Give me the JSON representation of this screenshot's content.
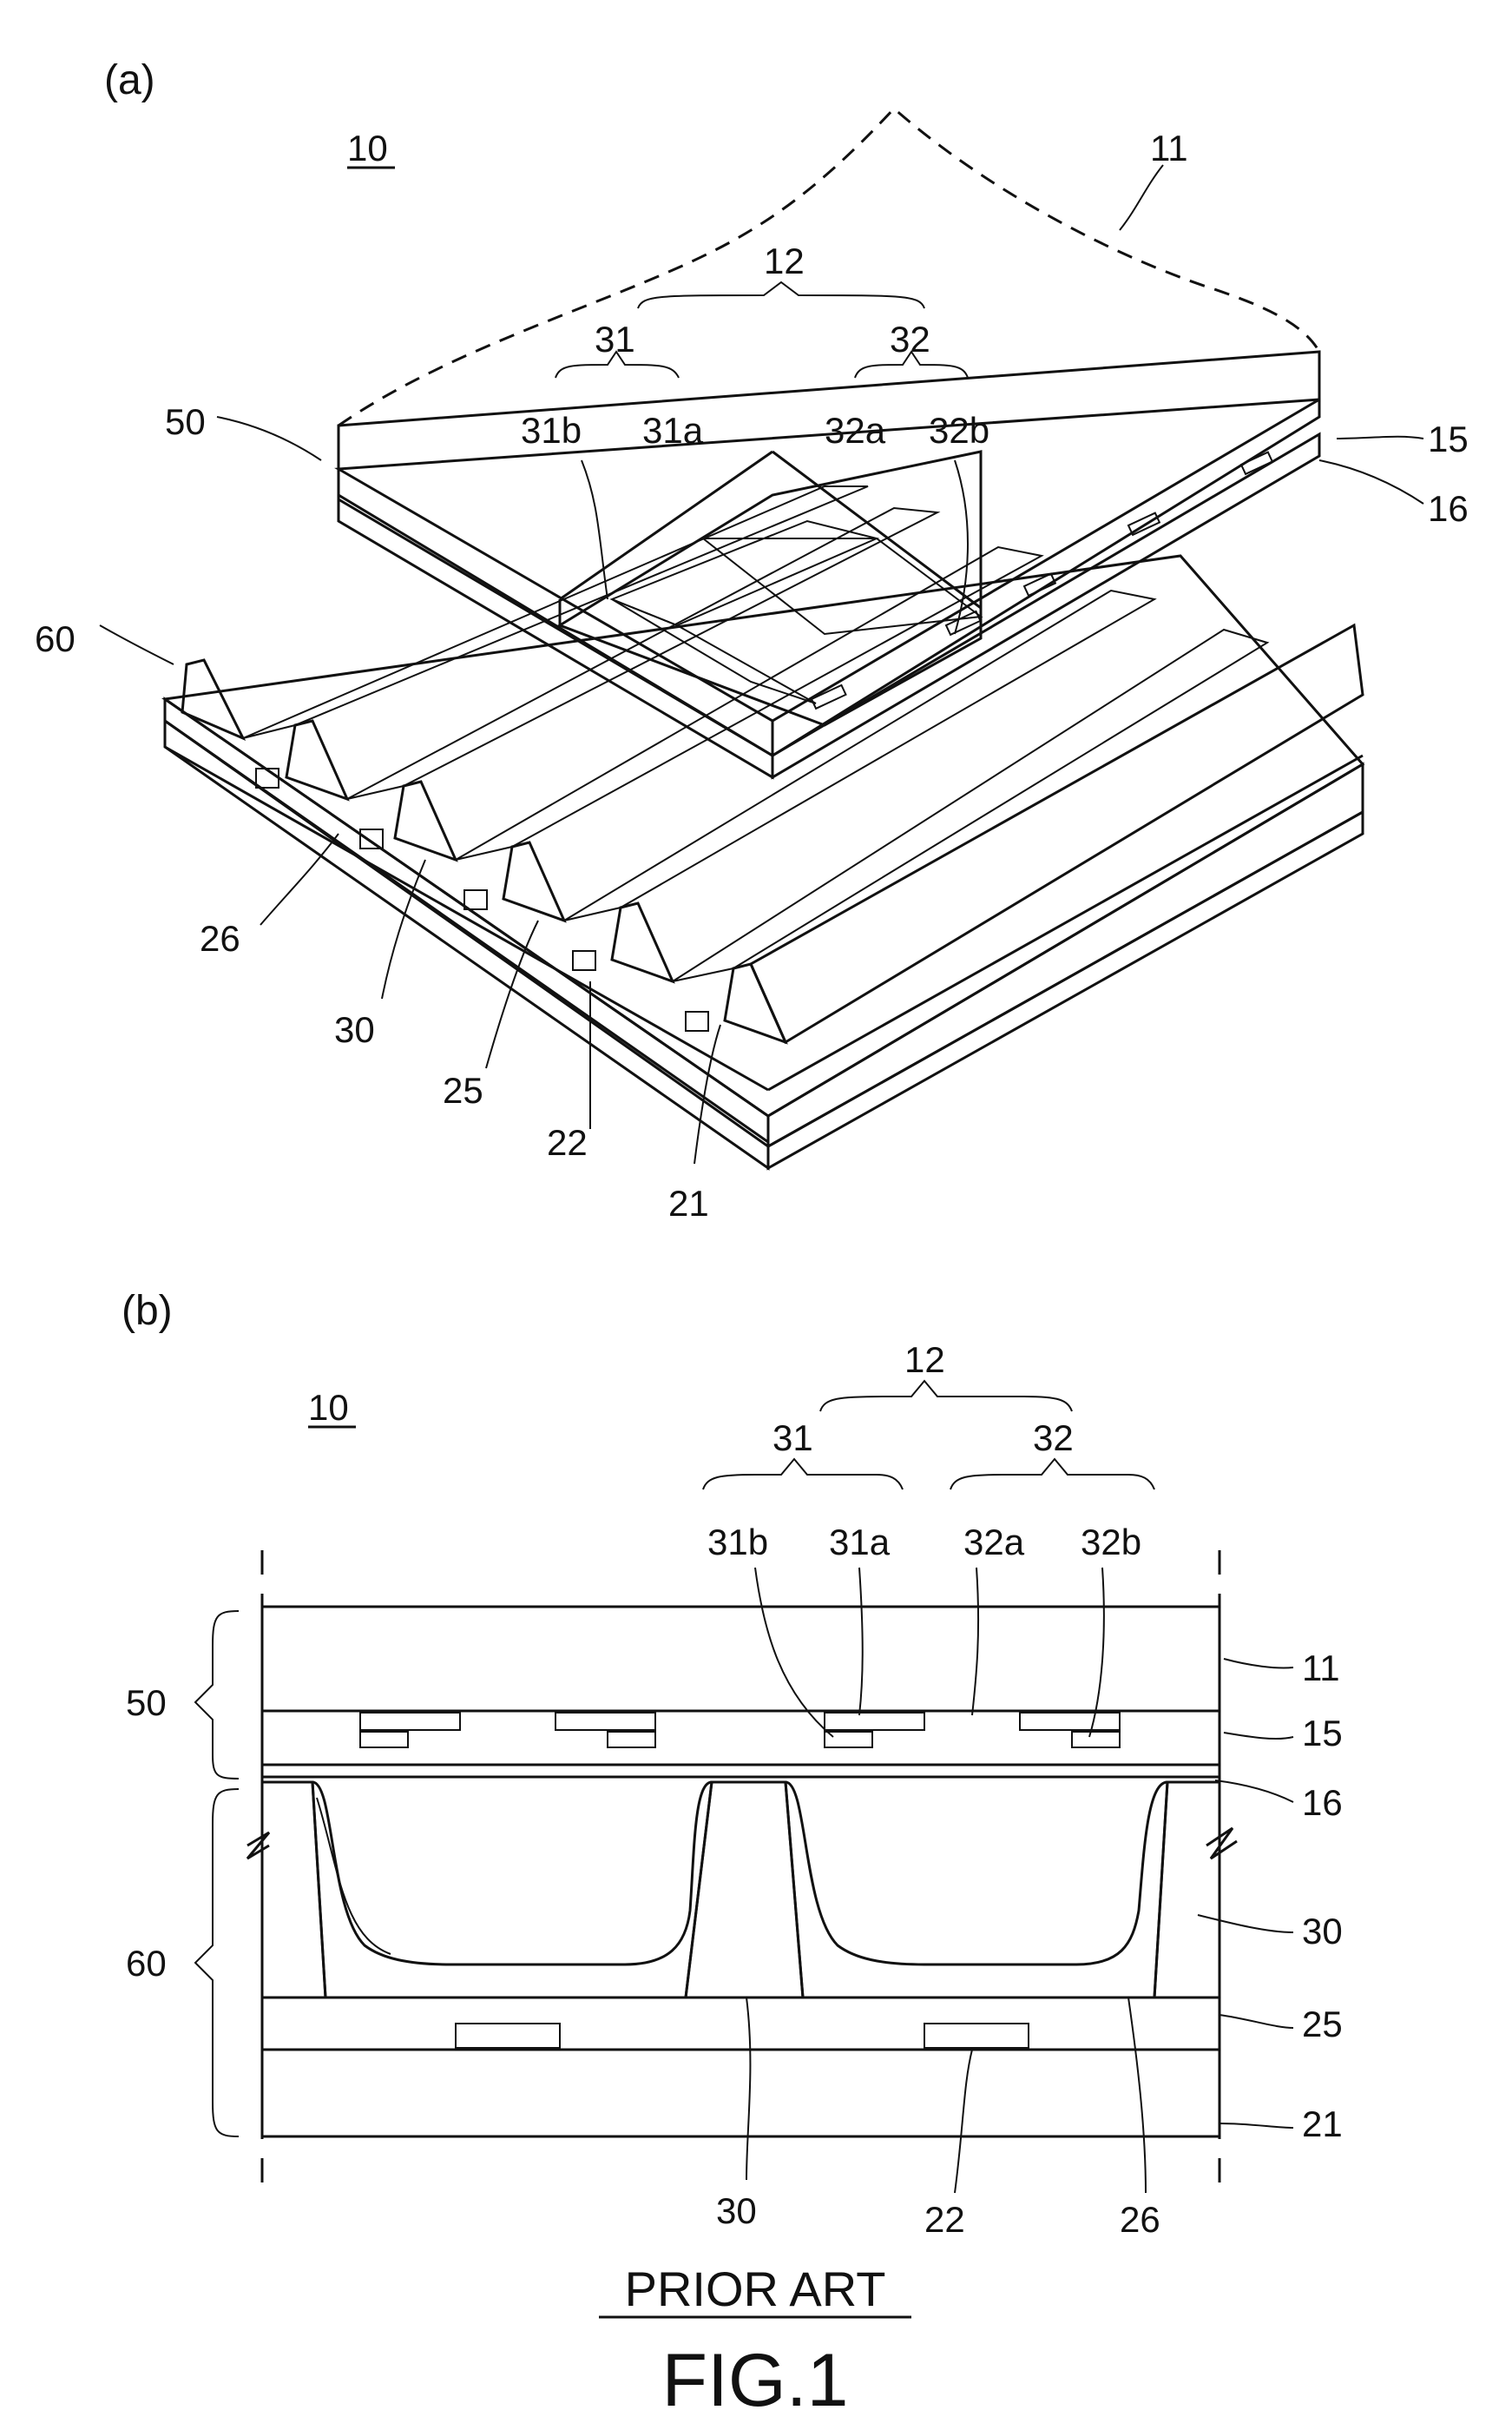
{
  "figure": {
    "panel_a": "(a)",
    "panel_b": "(b)",
    "caption_prior_art": "PRIOR ART",
    "caption_fig": "FIG.1"
  },
  "labels_a": {
    "ref_10": "10",
    "ref_11": "11",
    "ref_12": "12",
    "ref_31": "31",
    "ref_32": "32",
    "ref_31a": "31a",
    "ref_31b": "31b",
    "ref_32a": "32a",
    "ref_32b": "32b",
    "ref_50": "50",
    "ref_60": "60",
    "ref_15": "15",
    "ref_16": "16",
    "ref_26": "26",
    "ref_30": "30",
    "ref_25": "25",
    "ref_22": "22",
    "ref_21": "21"
  },
  "labels_b": {
    "ref_10": "10",
    "ref_12": "12",
    "ref_31": "31",
    "ref_32": "32",
    "ref_31b": "31b",
    "ref_31a": "31a",
    "ref_32a": "32a",
    "ref_32b": "32b",
    "ref_50": "50",
    "ref_60": "60",
    "ref_11": "11",
    "ref_15": "15",
    "ref_16": "16",
    "ref_30r": "30",
    "ref_25": "25",
    "ref_21": "21",
    "ref_30b": "30",
    "ref_22": "22",
    "ref_26": "26"
  }
}
